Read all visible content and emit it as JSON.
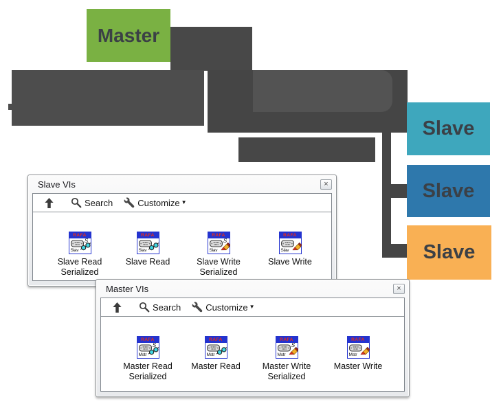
{
  "diagram": {
    "master_box": {
      "label": "Master",
      "color": "#7ab143"
    },
    "slave_boxes": [
      {
        "label": "Slave",
        "color": "#3ea7bd"
      },
      {
        "label": "Slave",
        "color": "#2e78ac"
      },
      {
        "label": "Slave",
        "color": "#f9b054"
      }
    ],
    "connector_color": "#474747",
    "label_text_color": "#3b4046"
  },
  "palettes": [
    {
      "title": "Slave VIs",
      "close_glyph": "×",
      "toolbar": {
        "search_label": "Search",
        "customize_label": "Customize",
        "dropdown_glyph": "▼"
      },
      "items": [
        {
          "line1": "Slave Read",
          "line2": "Serialized",
          "icon": {
            "header": "RAFA",
            "tag": "Slav",
            "type": "read",
            "serial_glyph": "S"
          }
        },
        {
          "line1": "Slave Read",
          "line2": "",
          "icon": {
            "header": "RAFA",
            "tag": "Slav",
            "type": "read"
          }
        },
        {
          "line1": "Slave Write",
          "line2": "Serialized",
          "icon": {
            "header": "RAFA",
            "tag": "Slav",
            "type": "write",
            "serial_glyph": "S"
          }
        },
        {
          "line1": "Slave Write",
          "line2": "",
          "icon": {
            "header": "RAFA",
            "tag": "Slav",
            "type": "write"
          }
        }
      ]
    },
    {
      "title": "Master VIs",
      "close_glyph": "×",
      "toolbar": {
        "search_label": "Search",
        "customize_label": "Customize",
        "dropdown_glyph": "▼"
      },
      "items": [
        {
          "line1": "Master Read",
          "line2": "Serialized",
          "icon": {
            "header": "RAFA",
            "tag": "Mstr",
            "type": "read",
            "serial_glyph": "S"
          }
        },
        {
          "line1": "Master Read",
          "line2": "",
          "icon": {
            "header": "RAFA",
            "tag": "Mstr",
            "type": "read"
          }
        },
        {
          "line1": "Master Write",
          "line2": "Serialized",
          "icon": {
            "header": "RAFA",
            "tag": "Mstr",
            "type": "write",
            "serial_glyph": "S"
          }
        },
        {
          "line1": "Master Write",
          "line2": "",
          "icon": {
            "header": "RAFA",
            "tag": "Mstr",
            "type": "write"
          }
        }
      ]
    }
  ]
}
